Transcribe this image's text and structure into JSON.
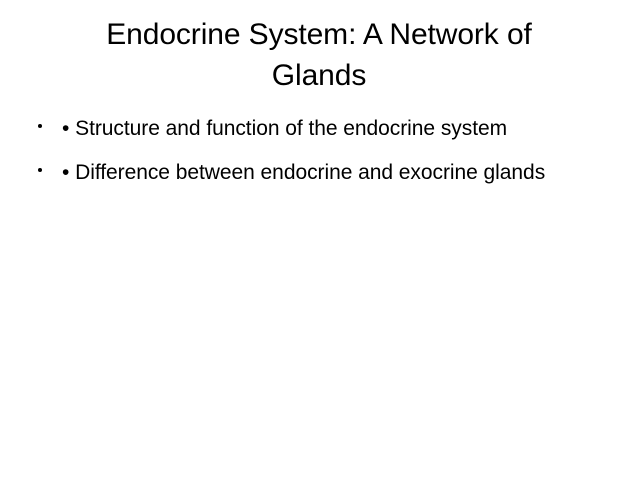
{
  "slide": {
    "background_color": "#ffffff",
    "text_color": "#000000",
    "title": "Endocrine System: A Network of\nGlands",
    "title_line_1": "Endocrine System: A Network of",
    "title_line_2": "Glands",
    "bullets": [
      {
        "marker": "bullet-dot",
        "inline_bullet": "•",
        "text": "Structure and function of the endocrine system",
        "full_text": "• Structure and function of the endocrine system"
      },
      {
        "marker": "bullet-dot",
        "inline_bullet": "•",
        "text": "Difference between endocrine and exocrine glands",
        "full_text": "• Difference between endocrine and exocrine glands"
      }
    ]
  }
}
